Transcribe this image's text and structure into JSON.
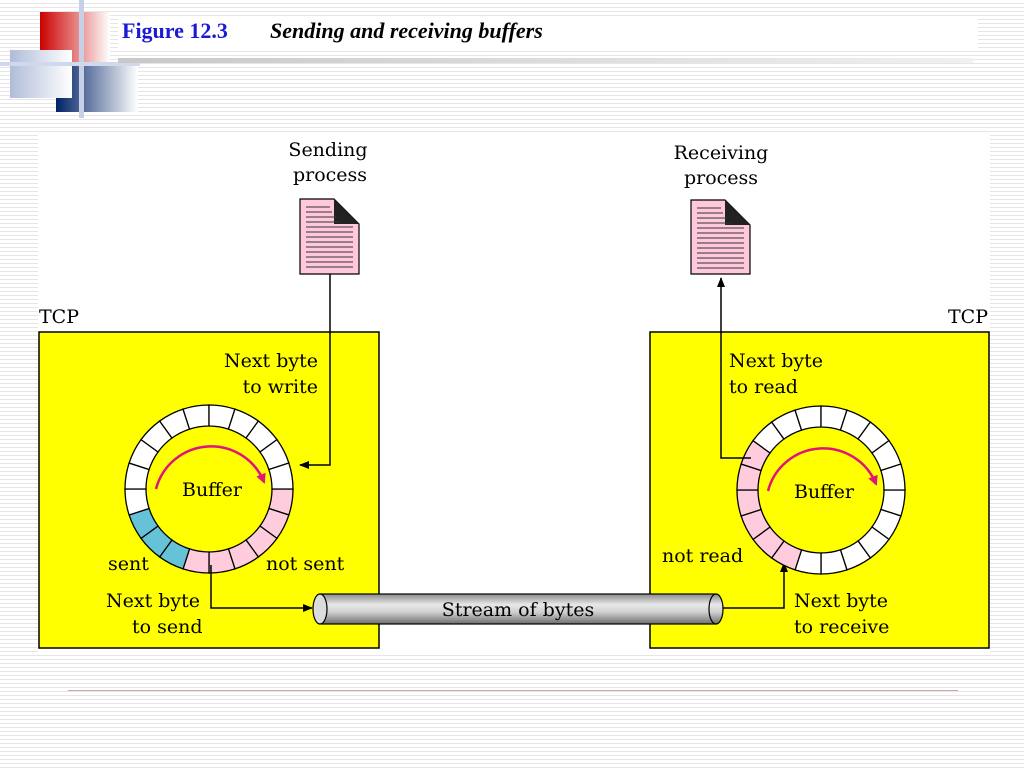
{
  "title": {
    "number": "Figure 12.3",
    "text": "Sending and receiving buffers"
  },
  "diagram": {
    "sender": {
      "process_line1": "Sending",
      "process_line2": "process",
      "tcp_label": "TCP",
      "next_write_line1": "Next byte",
      "next_write_line2": "to write",
      "buffer_label": "Buffer",
      "sent_label": "sent",
      "not_sent_label": "not sent",
      "next_send_line1": "Next byte",
      "next_send_line2": "to send"
    },
    "receiver": {
      "process_line1": "Receiving",
      "process_line2": "process",
      "tcp_label": "TCP",
      "next_read_line1": "Next byte",
      "next_read_line2": "to read",
      "buffer_label": "Buffer",
      "not_read_label": "not read",
      "next_receive_line1": "Next byte",
      "next_receive_line2": "to receive"
    },
    "stream_label": "Stream of bytes",
    "colors": {
      "tcp_box": "#ffff00",
      "sent": "#66c2d6",
      "not_sent": "#ffccdd",
      "arrow": "#e0147a",
      "document": "#ffc8dc"
    }
  }
}
